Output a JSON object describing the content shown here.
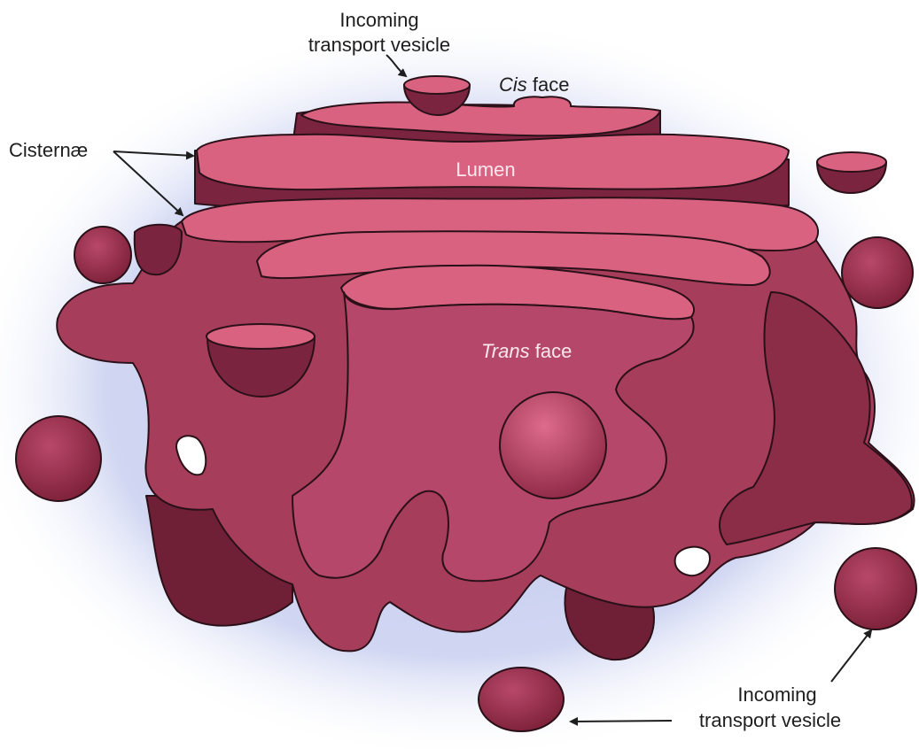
{
  "labels": {
    "incoming_top_line1": "Incoming",
    "incoming_top_line2": "transport vesicle",
    "cis_italic": "Cis",
    "cis_rest": " face",
    "cisternae": "Cisternæ",
    "lumen": "Lumen",
    "trans_italic": "Trans",
    "trans_rest": " face",
    "incoming_bottom_line1": "Incoming",
    "incoming_bottom_line2": "transport vesicle"
  },
  "colors": {
    "cisterna_top": "#d8627f",
    "cisterna_body": "#b14561",
    "cisterna_side": "#8a2c45",
    "cisterna_dark": "#6b1f33",
    "vesicle": "#9c2f4d",
    "glow": "#bfc8ee",
    "outline": "#2a1018"
  }
}
